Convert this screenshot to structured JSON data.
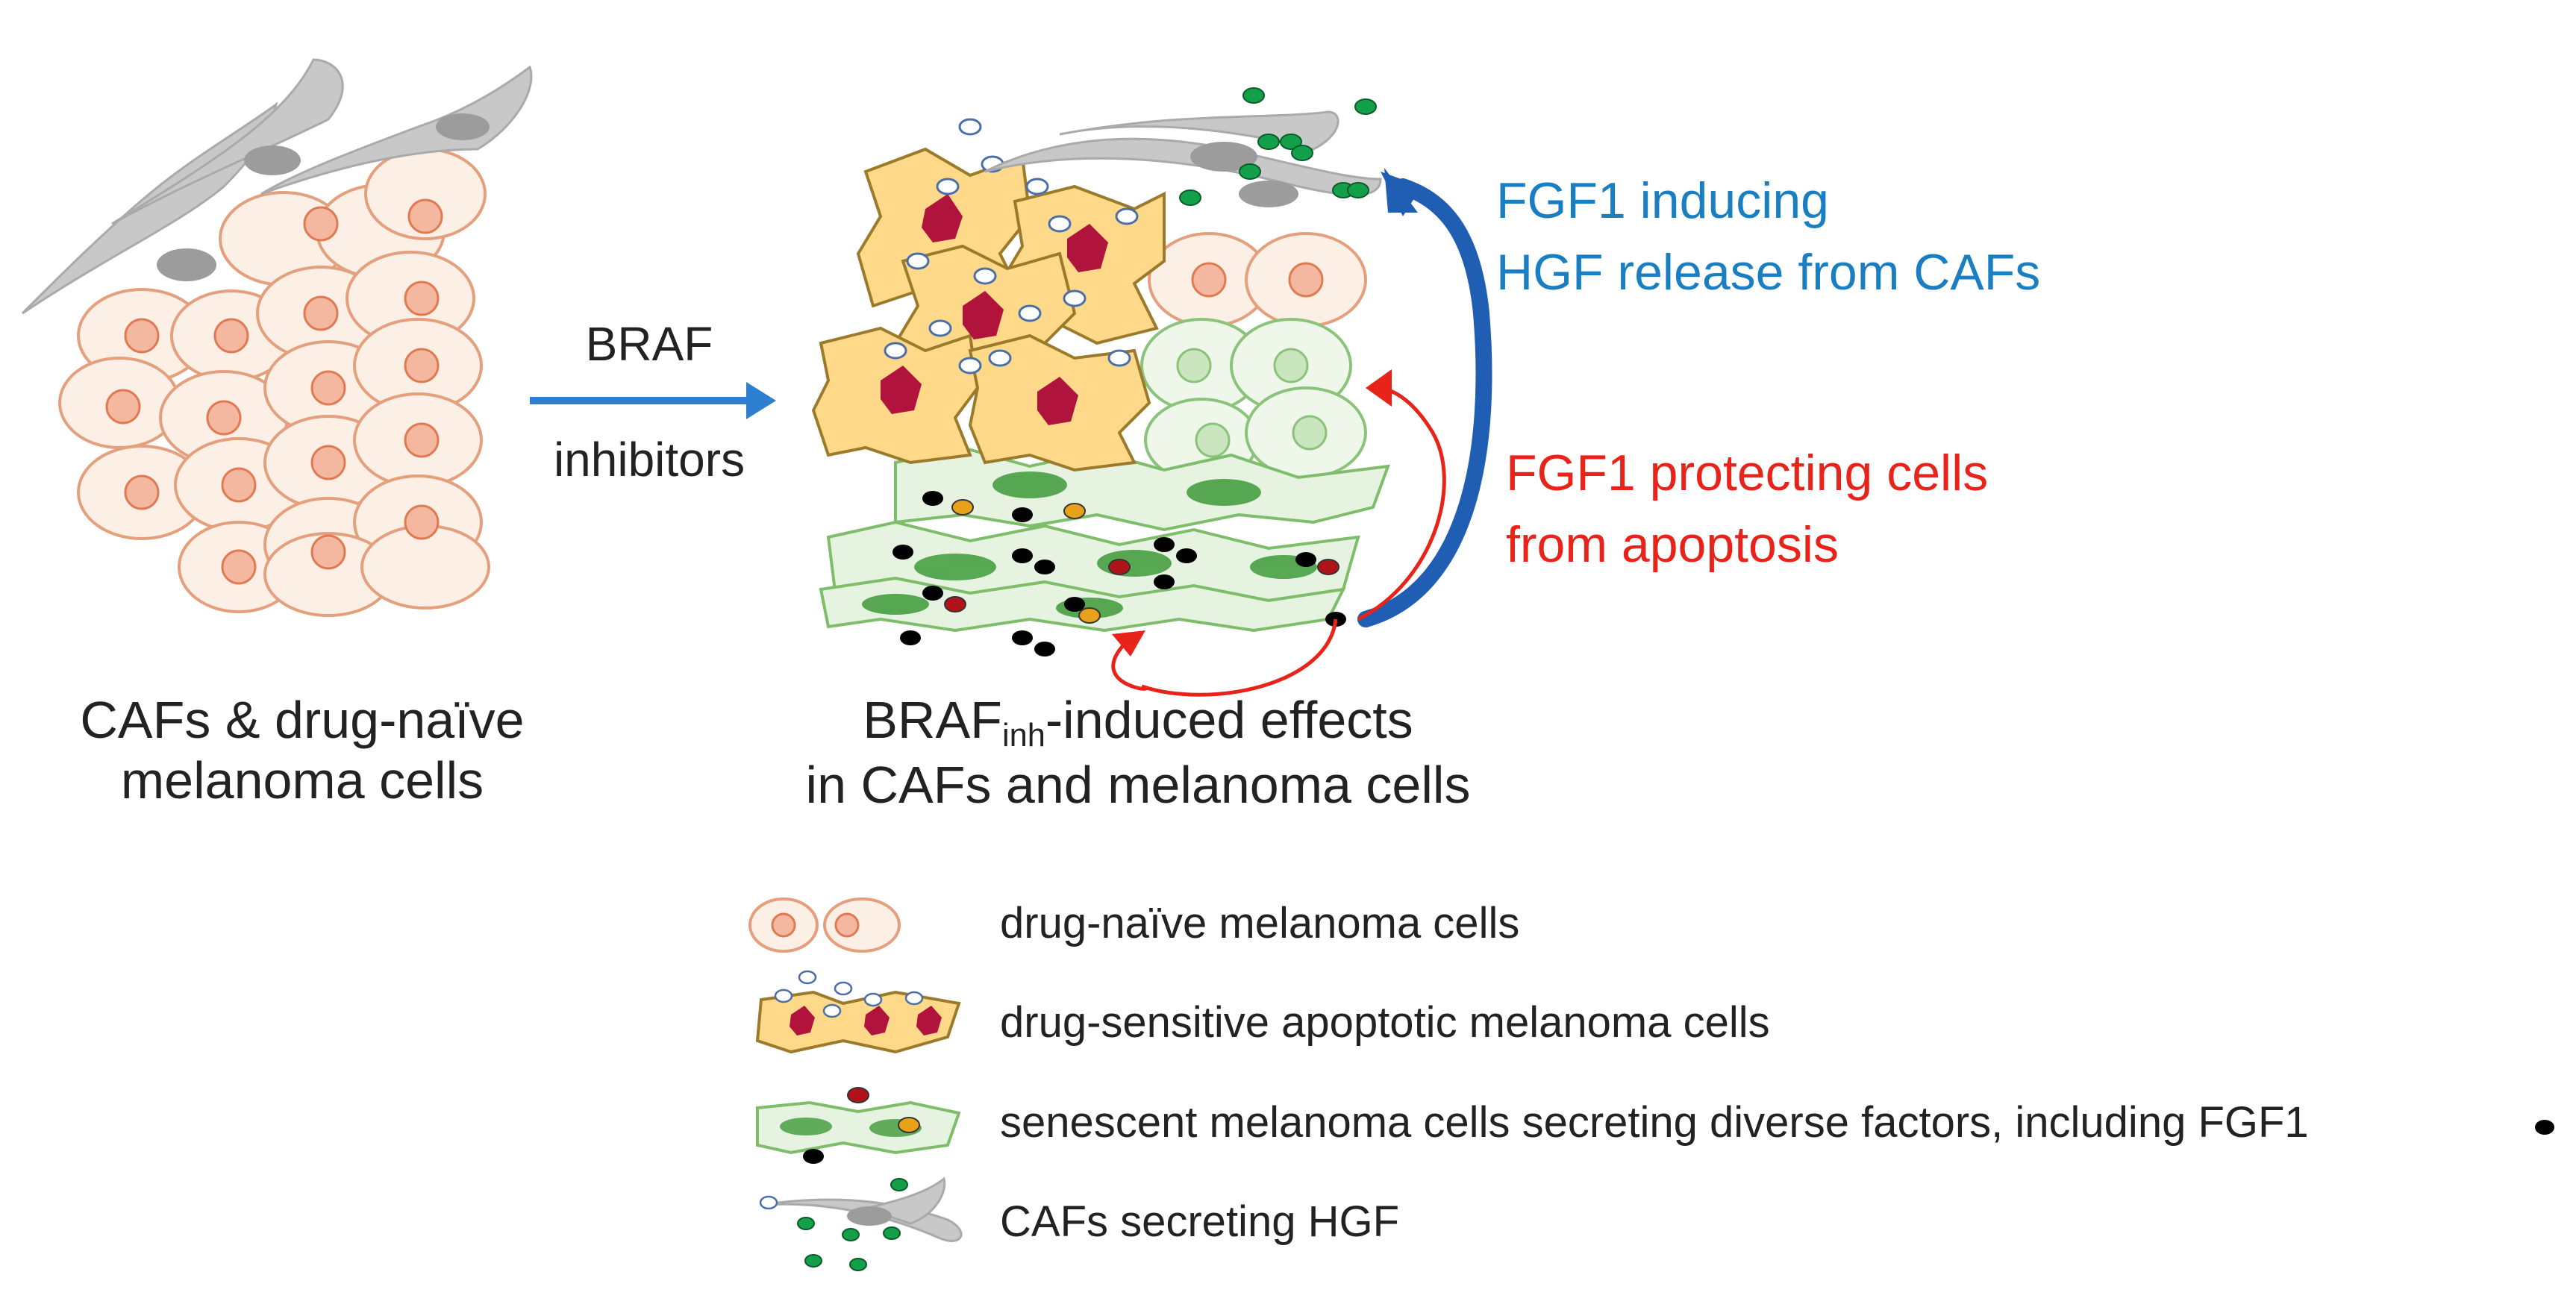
{
  "left_panel": {
    "caption_line1": "CAFs & drug-naïve",
    "caption_line2": "melanoma cells"
  },
  "transition_arrow": {
    "label_top": "BRAF",
    "label_bottom": "inhibitors"
  },
  "middle_panel": {
    "caption_line1_main": "BRAF",
    "caption_line1_sub": "inh",
    "caption_line1_rest": "-induced  effects",
    "caption_line2": "in CAFs and melanoma  cells"
  },
  "annotations": {
    "blue_line1": "FGF1 inducing",
    "blue_line2": "HGF release  from CAFs",
    "red_line1": "FGF1 protecting cells",
    "red_line2": "from apoptosis"
  },
  "legend": [
    {
      "icon": "drug-naive-cell-icon",
      "label": "drug-naïve melanoma cells"
    },
    {
      "icon": "apoptotic-cell-icon",
      "label": "drug-sensitive apoptotic melanoma cells"
    },
    {
      "icon": "senescent-cell-icon",
      "label": "senescent melanoma cells secreting diverse factors, including FGF1"
    },
    {
      "icon": "caf-icon",
      "label": "CAFs secreting HGF"
    }
  ],
  "colors": {
    "naive_fill": "#fcefe6",
    "naive_stroke": "#e4a07c",
    "nucleus": "#f4b8a0",
    "caf_fill": "#c8c8c8",
    "apoptotic_fill": "#ffd98a",
    "apoptotic_stroke": "#9c7a2c",
    "apoptotic_core": "#b0143c",
    "senescent_fill": "#e6f3e1",
    "senescent_stroke": "#7ebd6a",
    "senescent_core": "#3f9a3a",
    "blue_arrow": "#1f5eb3",
    "red_arrow": "#e8231a",
    "hgf_dot": "#14a04a",
    "fgf1_dot": "#000000",
    "blue_text": "#1a7ec2",
    "red_text": "#e8231a"
  }
}
